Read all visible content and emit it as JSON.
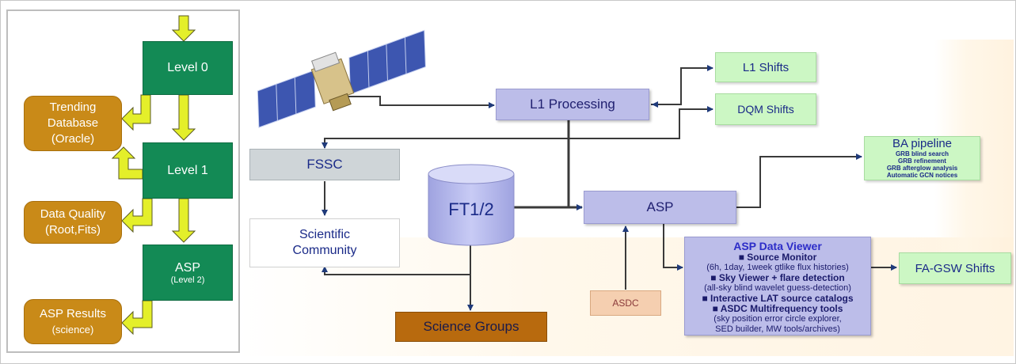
{
  "left": {
    "level0": "Level 0",
    "level1": "Level 1",
    "asp": "ASP",
    "asp_sub": "(Level 2)",
    "trending": [
      "Trending",
      "Database",
      "(Oracle)"
    ],
    "dq": [
      "Data Quality",
      "(Root,Fits)"
    ],
    "asp_results": "ASP Results",
    "asp_results_sub": "(science)"
  },
  "flow": {
    "l1_processing": "L1 Processing",
    "l1_shifts": "L1 Shifts",
    "dqm_shifts": "DQM Shifts",
    "fssc": "FSSC",
    "community": [
      "Scientific",
      "Community"
    ],
    "ft12": "FT1/2",
    "asp": "ASP",
    "asdc": "ASDC",
    "science_groups": "Science Groups",
    "fa_gsw": "FA-GSW Shifts"
  },
  "ba_pipeline": {
    "title": "BA pipeline",
    "items": [
      "GRB blind search",
      "GRB refinement",
      "GRB afterglow analysis",
      "Automatic GCN notices"
    ]
  },
  "asp_viewer": {
    "title": "ASP Data Viewer",
    "lines": [
      {
        "head": "■ Source Monitor",
        "sub": "(6h, 1day, 1week gtlike flux histories)"
      },
      {
        "head": "■ Sky Viewer + flare detection",
        "sub": "(all-sky blind wavelet guess-detection)"
      },
      {
        "head": "■ Interactive LAT source catalogs",
        "sub": ""
      },
      {
        "head": "■ ASDC Multifrequency tools",
        "sub": "(sky position error circle explorer,"
      }
    ],
    "last_line": "SED builder, MW tools/archives)"
  },
  "colors": {
    "green": "#138a55",
    "orange": "#c98a18",
    "lavender": "#bcbde9",
    "mint": "#ccf7c4",
    "arrow_yellow": "#e4ef2a",
    "science_groups": "#b86a0e",
    "asdc": "#f5cfb0",
    "fssc": "#cfd5d8"
  }
}
